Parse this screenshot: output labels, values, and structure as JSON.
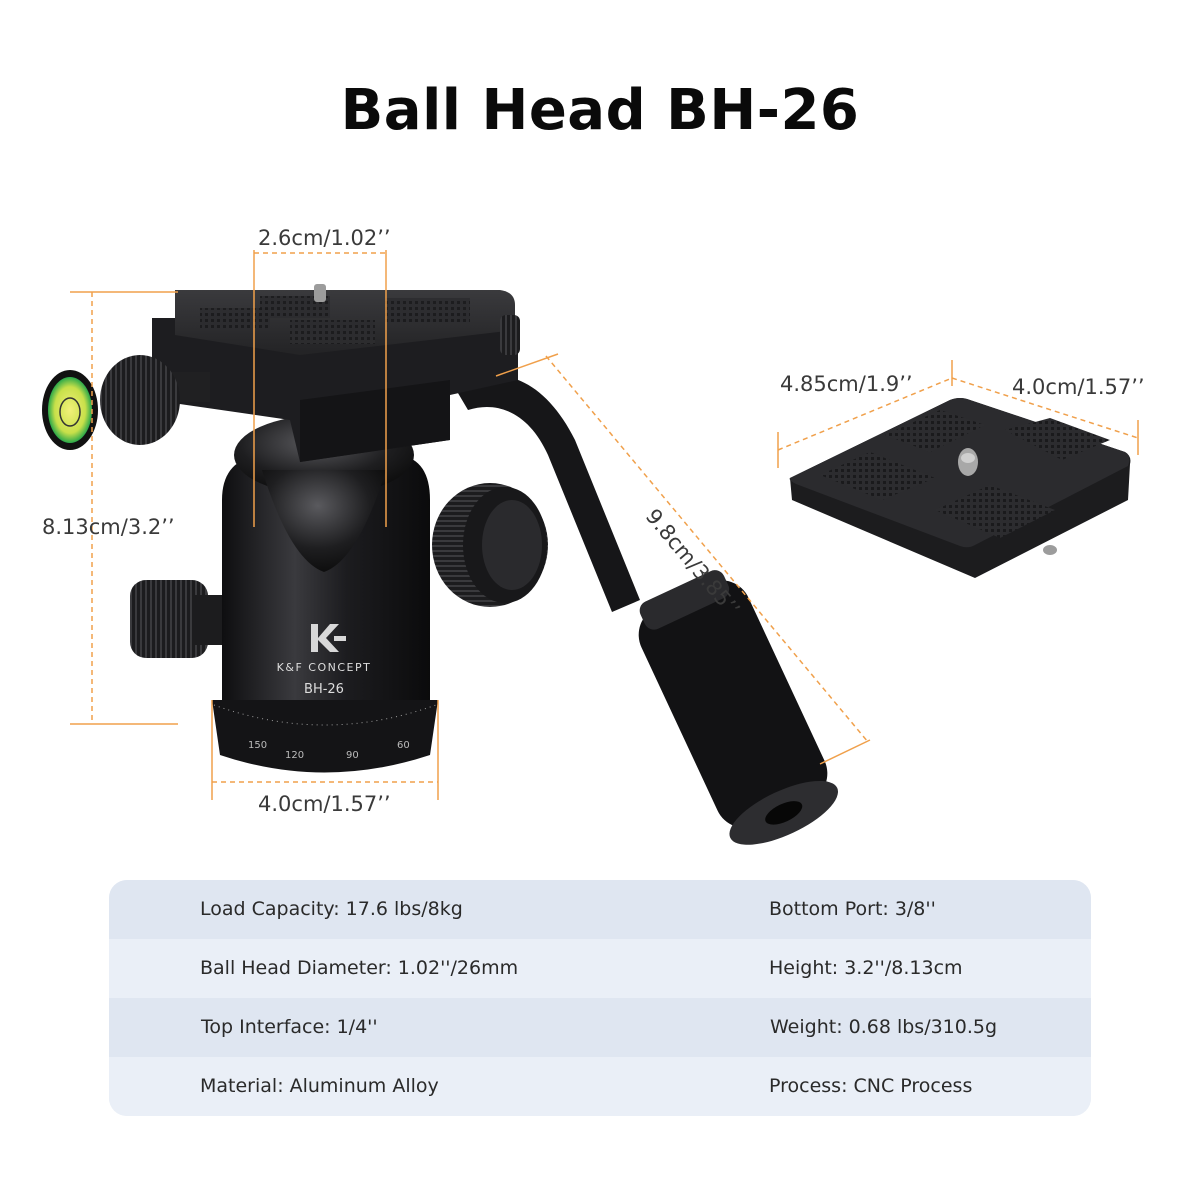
{
  "title": "Ball Head BH-26",
  "product": {
    "brand": "K&F CONCEPT",
    "model": "BH-26",
    "logo": "kf-logo",
    "dial_marks": [
      "150",
      "120",
      "90",
      "60"
    ]
  },
  "dimensions": {
    "ball_diameter": "2.6cm/1.02’’",
    "height": "8.13cm/3.2’’",
    "handle_length": "9.8cm/3.85’’",
    "base_diameter": "4.0cm/1.57’’",
    "plate_length": "4.85cm/1.9’’",
    "plate_width": "4.0cm/1.57’’"
  },
  "colors": {
    "dimension_line": "#f0a04b",
    "product_body": "#1c1c1e",
    "table_dark_row": "#dfe6f1",
    "table_light_row": "#eaeff7",
    "bubble_level": "#d8e860"
  },
  "specs": {
    "rows": [
      {
        "left": {
          "label": "Load Capacity:",
          "value": "17.6 lbs/8kg"
        },
        "right": {
          "label": "Bottom Port:",
          "value": "3/8''"
        }
      },
      {
        "left": {
          "label": "Ball Head Diameter:",
          "value": "1.02''/26mm"
        },
        "right": {
          "label": "Height:",
          "value": "3.2''/8.13cm"
        }
      },
      {
        "left": {
          "label": "Top Interface:",
          "value": "1/4''"
        },
        "right": {
          "label": "Weight:",
          "value": "0.68 lbs/310.5g"
        }
      },
      {
        "left": {
          "label": "Material:",
          "value": "Aluminum Alloy"
        },
        "right": {
          "label": "Process:",
          "value": "CNC Process"
        }
      }
    ]
  }
}
